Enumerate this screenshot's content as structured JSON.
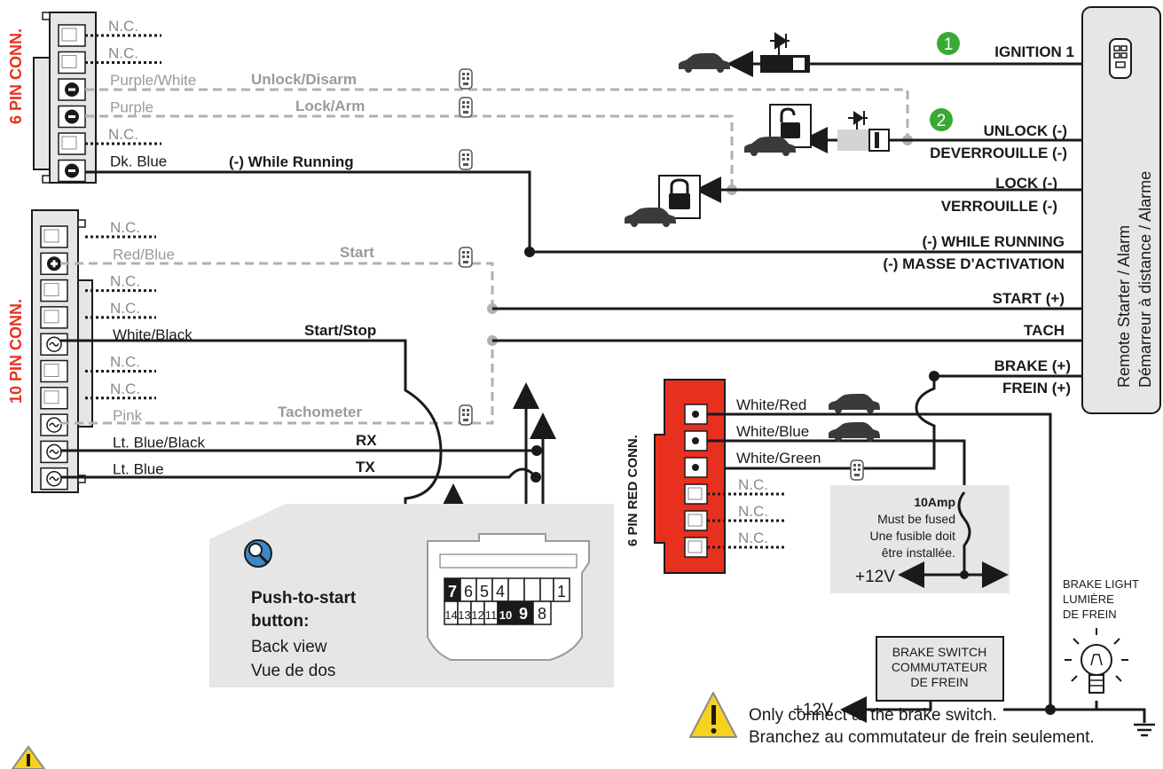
{
  "conn6": {
    "title": "6 PIN CONN.",
    "pins": [
      {
        "wire": "N.C.",
        "func": ""
      },
      {
        "wire": "N.C.",
        "func": ""
      },
      {
        "wire": "Purple/White",
        "func": "Unlock/Disarm"
      },
      {
        "wire": "Purple",
        "func": "Lock/Arm"
      },
      {
        "wire": "N.C.",
        "func": ""
      },
      {
        "wire": "Dk. Blue",
        "func": "(-) While Running"
      }
    ]
  },
  "conn10": {
    "title": "10 PIN CONN.",
    "pins": [
      {
        "wire": "N.C.",
        "func": ""
      },
      {
        "wire": "Red/Blue",
        "func": "Start"
      },
      {
        "wire": "N.C.",
        "func": ""
      },
      {
        "wire": "N.C.",
        "func": ""
      },
      {
        "wire": "White/Black",
        "func": "Start/Stop"
      },
      {
        "wire": "N.C.",
        "func": ""
      },
      {
        "wire": "N.C.",
        "func": ""
      },
      {
        "wire": "Pink",
        "func": "Tachometer"
      },
      {
        "wire": "Lt. Blue/Black",
        "func": "RX"
      },
      {
        "wire": "Lt. Blue",
        "func": "TX"
      }
    ]
  },
  "remote_box": {
    "line1": "Remote Starter / Alarm",
    "line2": "Démarreur à distance / Alarme"
  },
  "outputs": {
    "ignition": {
      "badge": "1",
      "label": "IGNITION 1"
    },
    "unlock": {
      "badge": "2",
      "label": "UNLOCK (-)",
      "label_fr": "DEVERROUILLE (-)"
    },
    "lock": {
      "label": "LOCK (-)",
      "label_fr": "VERROUILLE (-)"
    },
    "while_running": {
      "label": "(-) WHILE RUNNING",
      "label_fr": "(-) MASSE D'ACTIVATION"
    },
    "start": {
      "label": "START (+)"
    },
    "tach": {
      "label": "TACH"
    },
    "brake": {
      "label": "BRAKE (+)",
      "label_fr": "FREIN (+)"
    }
  },
  "red_conn": {
    "title": "6 PIN RED CONN.",
    "pins": [
      {
        "wire": "White/Red"
      },
      {
        "wire": "White/Blue"
      },
      {
        "wire": "White/Green"
      },
      {
        "wire": "N.C."
      },
      {
        "wire": "N.C."
      },
      {
        "wire": "N.C."
      }
    ]
  },
  "fuse": {
    "amp": "10Amp",
    "line1": "Must be fused",
    "line2": "Une fusible doit",
    "line3": "être installée.",
    "supply": "+12V"
  },
  "push_button": {
    "title1": "Push-to-start",
    "title2": "button:",
    "line1": "Back view",
    "line2": "Vue de dos",
    "pins_top": [
      "7",
      "6",
      "5",
      "4",
      "",
      "",
      "",
      "1"
    ],
    "pins_bottom": [
      "14",
      "13",
      "12",
      "11",
      "10",
      "9",
      "8"
    ]
  },
  "brake_switch": {
    "line1": "BRAKE SWITCH",
    "line2": "COMMUTATEUR",
    "line3": "DE FREIN",
    "supply": "+12V"
  },
  "brake_light": {
    "line1": "BRAKE LIGHT",
    "line2": "LUMIÈRE",
    "line3": "DE FREIN"
  },
  "warning": {
    "line1": "Only connect at the brake switch.",
    "line2": "Branchez au commutateur de frein seulement."
  },
  "colors": {
    "red": "#e8301f",
    "green": "#3aa935",
    "grey_wire": "#b0b0b0",
    "panel": "#e6e6e6",
    "warning": "#f6d21e"
  },
  "icons": [
    "remote-icon",
    "car-icon",
    "diode-icon",
    "padlock-icon",
    "unlock-padlock-icon",
    "bulb-icon",
    "ground-icon",
    "warning-icon",
    "magnifier-icon"
  ]
}
